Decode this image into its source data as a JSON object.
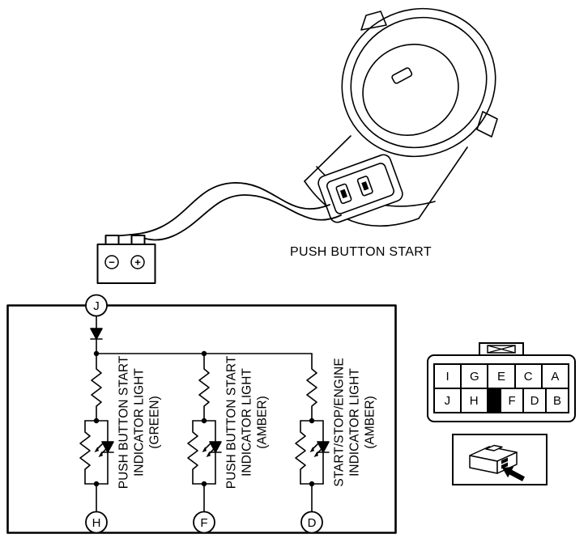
{
  "title": "PUSH BUTTON START",
  "battery_probe": {
    "negative": "−",
    "positive": "+"
  },
  "circuit": {
    "input_terminal": "J",
    "branches": [
      {
        "terminal": "H",
        "label": "PUSH BUTTON START\nINDICATOR LIGHT\n(GREEN)"
      },
      {
        "terminal": "F",
        "label": "PUSH BUTTON START\nINDICATOR LIGHT\n(AMBER)"
      },
      {
        "terminal": "D",
        "label": "START/STOP/ENGINE\nINDICATOR LIGHT\n(AMBER)"
      }
    ]
  },
  "connector_pinout": {
    "top_row": [
      "I",
      "G",
      "E",
      "C",
      "A"
    ],
    "bottom_row": [
      "J",
      "H",
      "F",
      "D",
      "B"
    ]
  },
  "colors": {
    "line": "#000000",
    "background": "#ffffff"
  }
}
